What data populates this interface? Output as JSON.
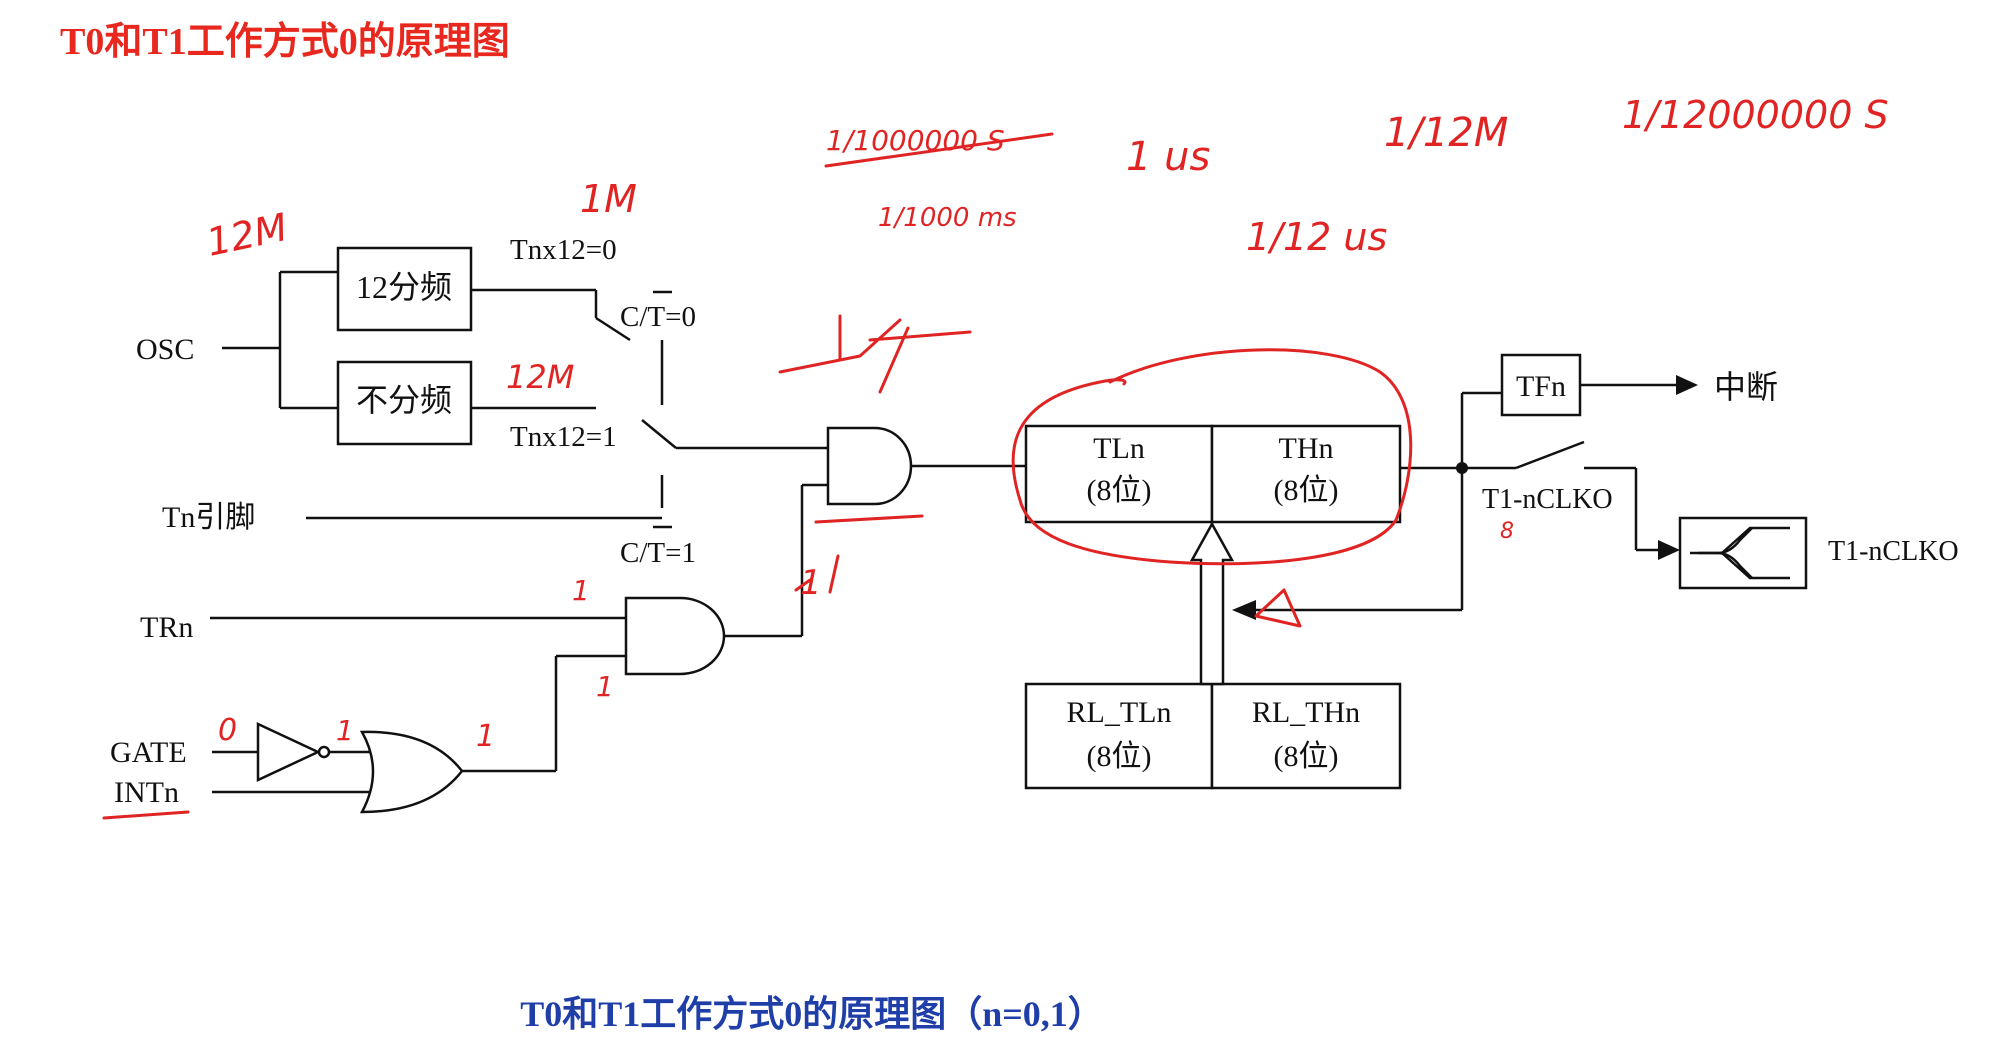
{
  "header": {
    "title": "T0和T1工作方式0的原理图"
  },
  "caption": "T0和T1工作方式0的原理图（n=0,1）",
  "colors": {
    "title_red": "#e8281e",
    "caption_blue": "#1f3ea8",
    "annotation_red": "#e02424",
    "line": "#111111"
  },
  "diagram": {
    "inputs": {
      "osc": "OSC",
      "tn_pin": "Tn引脚",
      "trn": "TRn",
      "gate": "GATE",
      "intn": "INTn"
    },
    "dividers": {
      "div12": "12分频",
      "nodiv": "不分频"
    },
    "switch_labels": {
      "tnx12_0": "Tnx12=0",
      "tnx12_1": "Tnx12=1",
      "ct_0": "C/T=0",
      "ct_1": "C/T=1"
    },
    "registers": {
      "tl": {
        "name": "TLn",
        "width": "(8位)"
      },
      "th": {
        "name": "THn",
        "width": "(8位)"
      },
      "rl_tl": {
        "name": "RL_TLn",
        "width": "(8位)"
      },
      "rl_th": {
        "name": "RL_THn",
        "width": "(8位)"
      }
    },
    "outputs": {
      "tfn": "TFn",
      "interrupt": "中断",
      "clko_switch": "T1-nCLKO",
      "clko_out": "T1-nCLKO"
    }
  },
  "annotations": {
    "osc_freq": "12M",
    "div_out": "1M",
    "nodiv_out": "12M",
    "calc_1": "1/1000000 S",
    "calc_2": "1/1000 ms",
    "calc_3": "1 us",
    "calc_4": "1/12M",
    "calc_5": "1/12000000 S",
    "calc_6": "1/12 us",
    "gate_level": "0",
    "inv_out": "1",
    "or_out": "1",
    "trn_level": "1",
    "and_out": "1",
    "and2_out": "1",
    "clko_mark": "8"
  }
}
